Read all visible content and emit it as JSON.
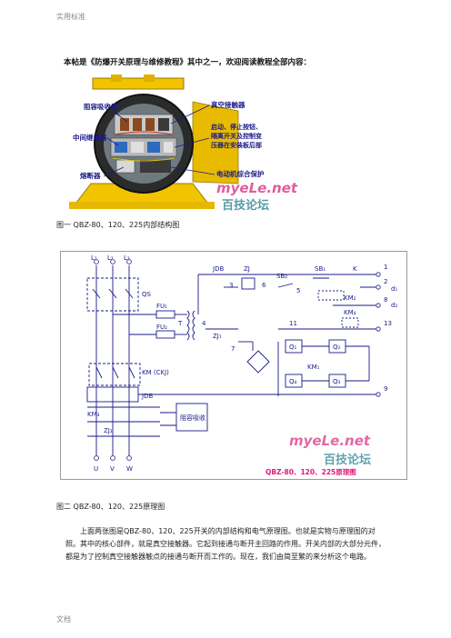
{
  "header": {
    "text": "实用标准"
  },
  "intro": "本帖是《防爆开关原理与维修教程》其中之一，欢迎阅读教程全部内容：",
  "figure1": {
    "labels": {
      "resistor_absorber": "阻容吸收器",
      "vacuum_contactor": "真空接触器",
      "intermediate_relay": "中间继电器",
      "start_stop": [
        "启动、停止按钮、",
        "隔离开关及控制变",
        "压器在安装板后部"
      ],
      "fuse": "熔断器",
      "motor_protector": "电动机综合保护"
    },
    "watermark1": "myeLe.net",
    "watermark2": "百技论坛",
    "caption": "图一 QBZ-80、120、225内部结构图"
  },
  "figure2": {
    "labels": {
      "L1": "L₁",
      "L2": "L₂",
      "L3": "L₃",
      "QS": "QS",
      "FU1": "FU₁",
      "FU2": "FU₂",
      "T": "T",
      "KM": "KM (CKJ)",
      "JDB_main": "JDB",
      "KM3": "KM₃",
      "ZJ2": "ZJ₂",
      "U": "U",
      "V": "V",
      "W": "W",
      "JDB_top": "JDB",
      "ZJ": "ZJ",
      "SB2": "SB₂",
      "SB1": "SB₁",
      "K": "K",
      "KM2": "KM₂",
      "KM4": "KM₄",
      "ZJ1": "ZJ₁",
      "KM1": "KM₁",
      "Q1": "Q₁",
      "Q2": "Q₂",
      "Q3": "Q₃",
      "Q4": "Q₄",
      "n1": "1",
      "n2": "2",
      "n3": "3",
      "n4": "4",
      "n5": "5",
      "n6": "6",
      "n7": "7",
      "n8": "8",
      "n9": "9",
      "n11": "11",
      "n13": "13",
      "d1": "d₁",
      "d2": "d₂",
      "absorber": "阻容吸收",
      "stamp": "QBZ-80、120、225原理图"
    },
    "watermark1": "myeLe.net",
    "watermark2": "百技论坛",
    "caption": "图二 QBZ-80、120、225原理图"
  },
  "paragraph": "上面两张图是QBZ-80、120、225开关的内部结构和电气原理图。也就是实物与原理图的对照。其中的核心部件，就是真空接触器。它起到接通与断开主回路的作用。开关内部的大部分元件，都是为了控制真空接触器触点的接通与断开而工作的。现在，我们由简至繁的来分析这个电路。",
  "footer": {
    "text": "文档"
  },
  "colors": {
    "label_blue": "#1a1a8a",
    "watermark": "#d8287a",
    "watermark_text": "#1c7a8a",
    "stamp": "#e0187a",
    "frame": "#e0a000"
  }
}
